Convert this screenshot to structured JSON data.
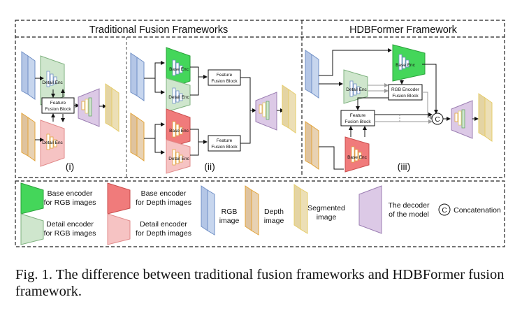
{
  "titles": {
    "traditional": "Traditional Fusion Frameworks",
    "hdbformer": "HDBFormer Framework"
  },
  "panel_labels": [
    "(i)",
    "(ii)",
    "(iii)"
  ],
  "block_labels": {
    "base_enc": "Base Enc",
    "detail_enc": "Detail Enc",
    "feature": "Feature",
    "fusion_block": "Fusion Block",
    "rgb_encoder": "RGB Encoder",
    "concat_symbol": "C"
  },
  "legend": {
    "base_rgb": [
      "Base encoder",
      "for RGB images"
    ],
    "base_depth": [
      "Base encoder",
      "for Depth images"
    ],
    "rgb_image": [
      "RGB",
      "image"
    ],
    "depth_image": [
      "Depth",
      "image"
    ],
    "segmented": [
      "Segmented",
      "image"
    ],
    "decoder": [
      "The decoder",
      "of the model"
    ],
    "concat": "Concatenation",
    "detail_rgb": [
      "Detail encoder",
      "for RGB images"
    ],
    "detail_depth": [
      "Detail encoder",
      "for Depth images"
    ]
  },
  "caption": "Fig. 1.  The difference between traditional fusion frameworks and HDBFormer fusion framework.",
  "colors": {
    "rgb_fill": "#c7d6ee",
    "rgb_stroke": "#6f8fc6",
    "depth_fill": "#e8d2b3",
    "depth_stroke": "#e3a43a",
    "seg_fill": "#ecdfb6",
    "seg_stroke": "#e6cc6a",
    "decoder_fill": "#dcc9e6",
    "decoder_stroke": "#9c7fb3",
    "base_rgb": "#44d65a",
    "detail_rgb": "#cfe6cd",
    "base_depth": "#f07b7b",
    "detail_depth": "#f6c3c3",
    "arrow": "#111111",
    "arrow_gray": "#9a9a9a"
  },
  "icons": [
    "concatenation-icon"
  ]
}
